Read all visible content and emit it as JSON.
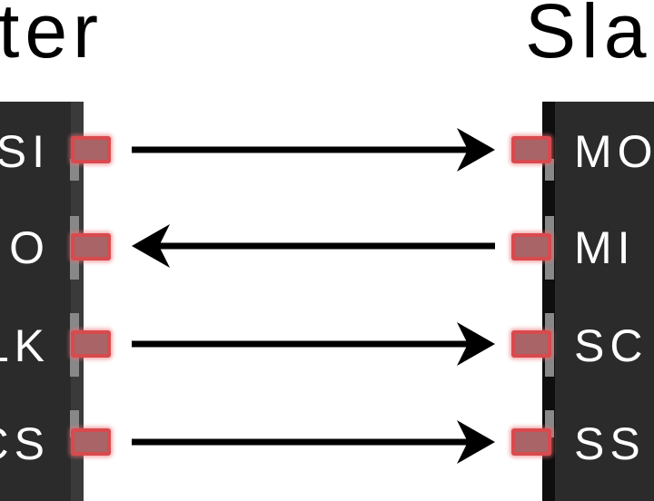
{
  "master": {
    "title": "ter",
    "pins": [
      "SI",
      "O",
      "LK",
      "CS"
    ]
  },
  "slave": {
    "title": "Sla",
    "pins": [
      "MO",
      "MI",
      "SC",
      "SS"
    ]
  },
  "signals": [
    {
      "direction": "master-to-slave"
    },
    {
      "direction": "slave-to-master"
    },
    {
      "direction": "master-to-slave"
    },
    {
      "direction": "master-to-slave"
    }
  ],
  "colors": {
    "chip": "#2b2b2b",
    "pin": "#a86466",
    "pin_border": "#d84a4e",
    "arrow": "#000000"
  }
}
